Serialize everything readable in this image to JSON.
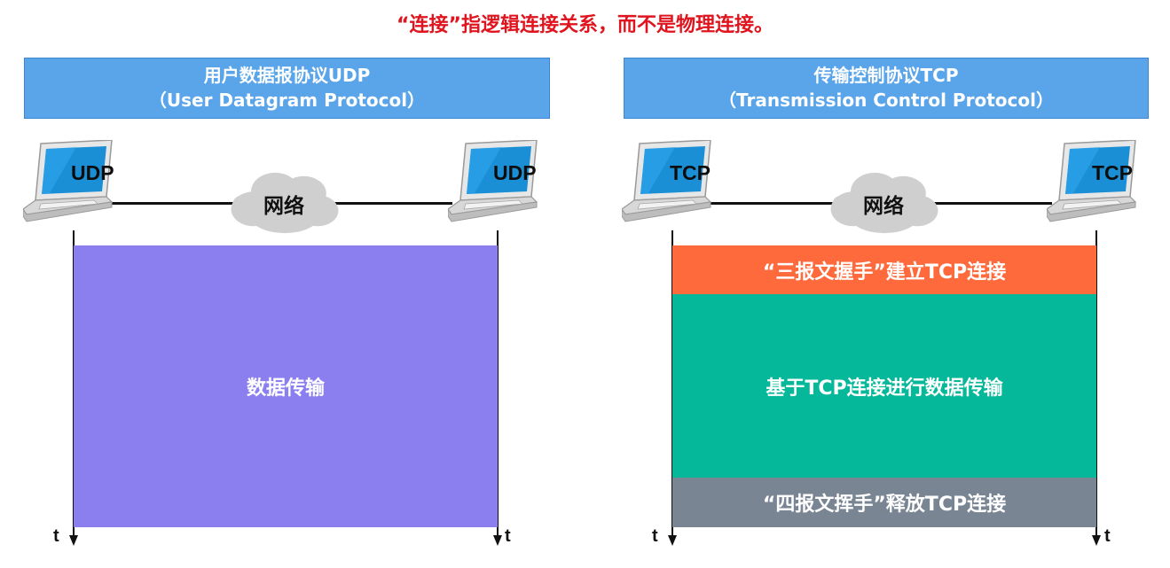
{
  "note": "“连接”指逻辑连接关系，而不是物理连接。",
  "udp": {
    "title_line1": "用户数据报协议UDP",
    "title_line2": "（User Datagram Protocol）",
    "laptop_label_left": "UDP",
    "laptop_label_right": "UDP",
    "network_label": "网络",
    "transfer_label": "数据传输",
    "time_left": "t",
    "time_right": "t"
  },
  "tcp": {
    "title_line1": "传输控制协议TCP",
    "title_line2": "（Transmission Control Protocol）",
    "laptop_label_left": "TCP",
    "laptop_label_right": "TCP",
    "network_label": "网络",
    "handshake_label": "“三报文握手”建立TCP连接",
    "transfer_label": "基于TCP连接进行数据传输",
    "release_label": "“四报文挥手”释放TCP连接",
    "time_left": "t",
    "time_right": "t"
  },
  "colors": {
    "note": "#e0141e",
    "header": "#5aa5ea",
    "udp_transfer": "#8b7fef",
    "tcp_handshake": "#ff6a3d",
    "tcp_transfer": "#05b899",
    "tcp_release": "#7a8594",
    "cloud": "#d0d0d0"
  }
}
